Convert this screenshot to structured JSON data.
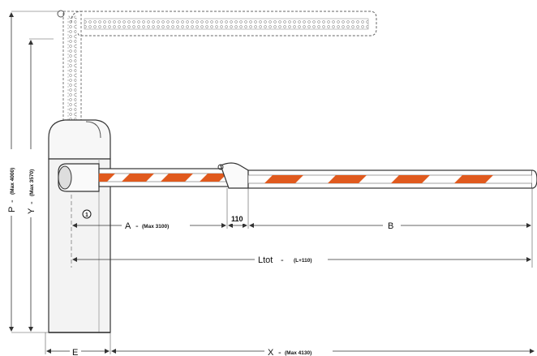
{
  "labels": {
    "P": "P",
    "P_max": "(Max 4000)",
    "Y": "Y",
    "Y_max": "(Max 3570)",
    "A": "A",
    "A_max": "(Max 3100)",
    "gap": "110",
    "B": "B",
    "Ltot": "Ltot",
    "Ltot_note": "(L+110)",
    "E": "E",
    "X": "X",
    "X_max": "(Max 4130)",
    "marker": "1",
    "dash": "-"
  },
  "colors": {
    "stripe_red": "#e05a1e",
    "boom_white": "#ffffff",
    "outline": "#333333",
    "cabinet_grey": "#f3f3f3"
  }
}
